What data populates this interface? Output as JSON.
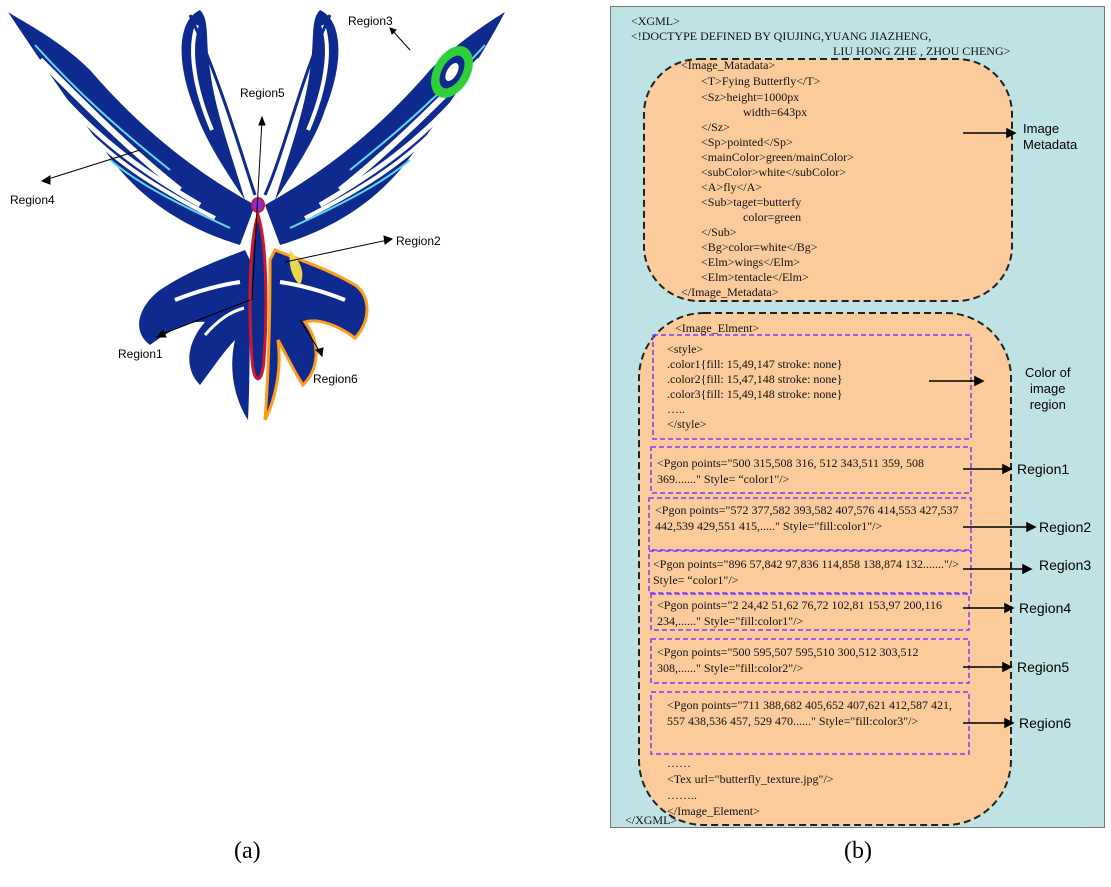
{
  "panel_a": {
    "labels": {
      "region1": "Region1",
      "region2": "Region2",
      "region3": "Region3",
      "region4": "Region4",
      "region5": "Region5",
      "region6": "Region6"
    },
    "caption": "(a)"
  },
  "panel_b": {
    "header_lines": [
      "<XGML>",
      "<!DOCTYPE DEFINED BY QIUJING,YUANG JIAZHENG,",
      "LIU HONG ZHE , ZHOU CHENG>"
    ],
    "metadata_lines": [
      "<Image_Matadata>",
      "<T>Fying Butterfly</T>",
      "<Sz>height=1000px",
      "width=643px",
      "</Sz>",
      "<Sp>pointed</Sp>",
      "<mainColor>green/mainColor>",
      "<subColor>white</subColor>",
      "<A>fly</A>",
      "<Sub>taget=butterfy",
      "color=green",
      "</Sub>",
      "<Bg>color=white</Bg>",
      "<Elm>wings</Elm>",
      "<Elm>tentacle</Elm>",
      "</Image_Metadata>"
    ],
    "metadata_label": "Image\nMetadata",
    "element_open": "<Image_Elment>",
    "style_lines": [
      "<style>",
      ".color1{fill: 15,49,147 stroke: none}",
      ".color2{fill: 15,47,148 stroke: none}",
      ".color3{fill: 15,49,148 stroke: none}",
      "…..",
      "</style>"
    ],
    "color_label": "Color of\nimage\nregion",
    "regions": [
      {
        "code": "<Pgon points=\"500 315,508 316, 512 343,511 359, 508 369.......\" Style= “color1\"/>",
        "label": "Region1"
      },
      {
        "code": "<Pgon points=\"572 377,582 393,582 407,576 414,553 427,537 442,539 429,551 415,.....\" Style=\"fill:color1\"/>",
        "label": "Region2"
      },
      {
        "code": "<Pgon points=\"896 57,842 97,836 114,858 138,874 132.......\"/> Style= “color1\"/>",
        "label": "Region3"
      },
      {
        "code": "<Pgon points=\"2 24,42 51,62 76,72 102,81 153,97 200,116 234,......\" Style=\"fill:color1\"/>",
        "label": "Region4"
      },
      {
        "code": "<Pgon points=\"500 595,507 595,510 300,512 303,512 308,......\" Style=\"fill:color2\"/>",
        "label": "Region5"
      },
      {
        "code": "<Pgon points=\"711 388,682 405,652 407,621 412,587 421, 557 438,536 457, 529 470......\" Style=\"fill:color3\"/>",
        "label": "Region6"
      }
    ],
    "trailer_lines": [
      "……",
      "<Tex url=\"butterfly_texture.jpg\"/>",
      "……..",
      "</Image_Element>"
    ],
    "footer": "</XGML>",
    "caption": "(b)"
  },
  "colors": {
    "navy": "#0e2a8f",
    "green": "#2fd13a",
    "red": "#d0182a",
    "orange": "#ff9c1e",
    "cyan": "#61d8f0",
    "panel_bg": "#bfe3e4",
    "box_fill": "#fbcb9b",
    "dashed_purple": "#7a3cff"
  }
}
